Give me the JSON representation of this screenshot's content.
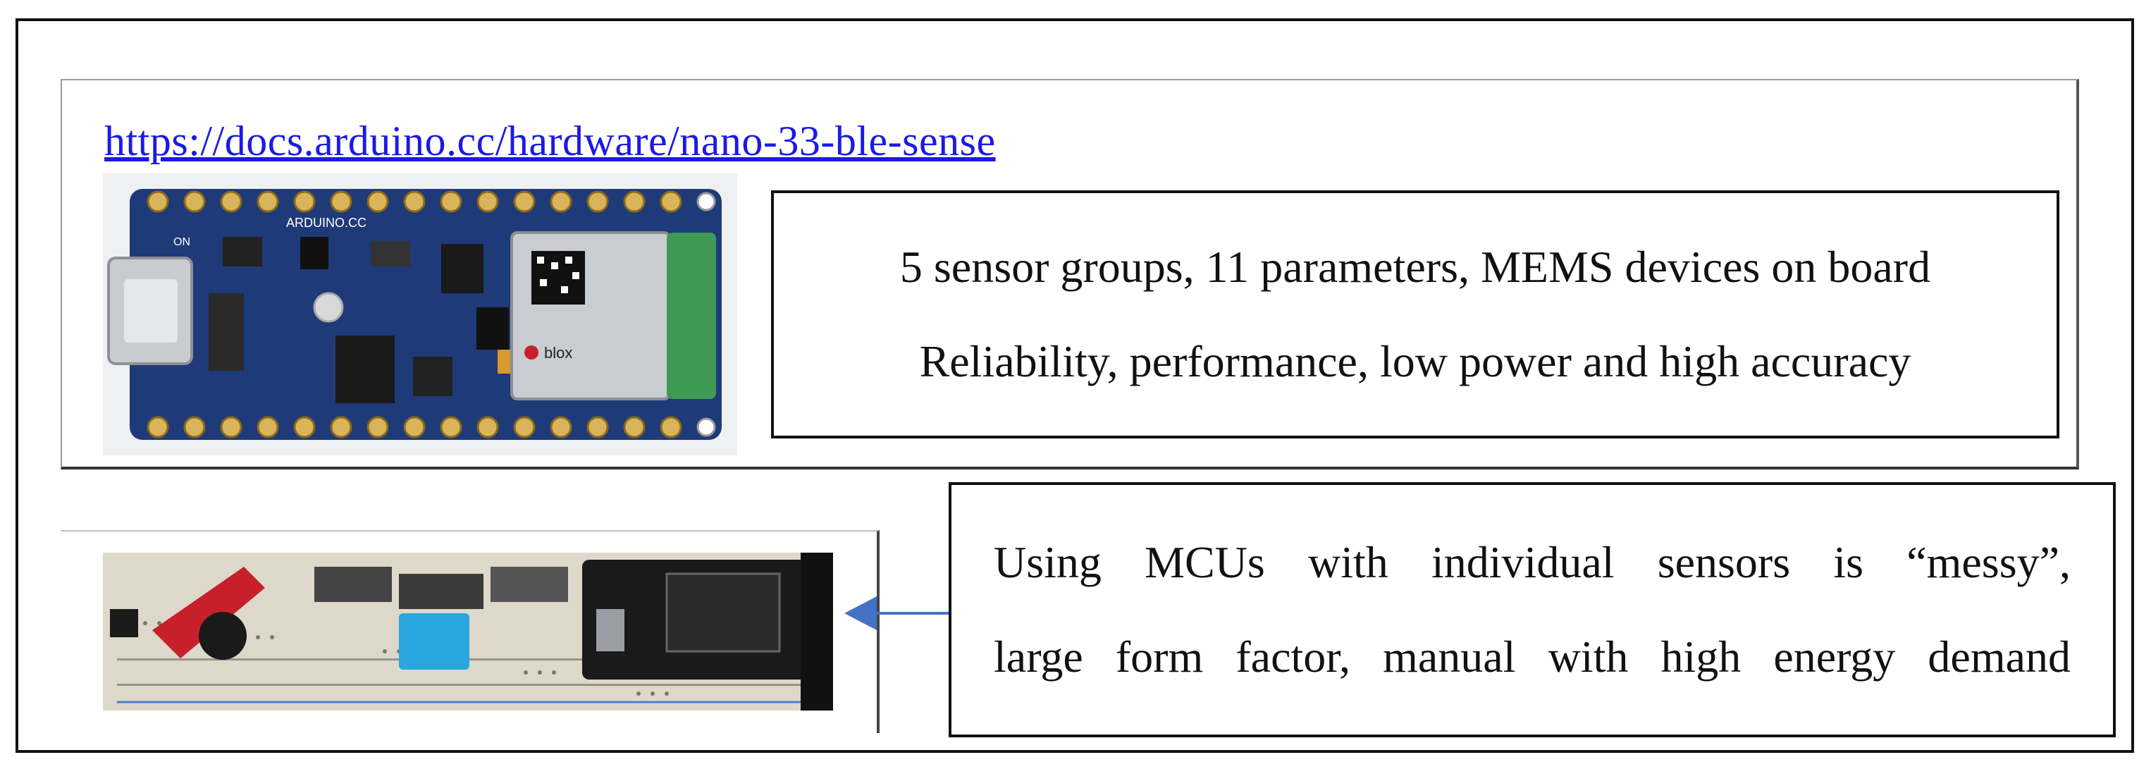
{
  "top_panel": {
    "link_text": "https://docs.arduino.cc/hardware/nano-33-ble-sense",
    "board_silkscreen": "ARDUINO.CC",
    "board_on_label": "ON",
    "module_brand": "blox",
    "info_lines": [
      "5 sensor groups, 11 parameters, MEMS devices on board",
      "Reliability, performance, low power and high accuracy"
    ]
  },
  "bottom_panel": {
    "info_lines": [
      "Using MCUs with individual sensors is “messy”,",
      "large form factor, manual with high energy demand"
    ]
  },
  "colors": {
    "link": "#1a1ae6",
    "board_blue": "#1f3a78",
    "arrow": "#4472c4",
    "sensor_red": "#c8202a",
    "sensor_blue": "#2aa6df"
  }
}
